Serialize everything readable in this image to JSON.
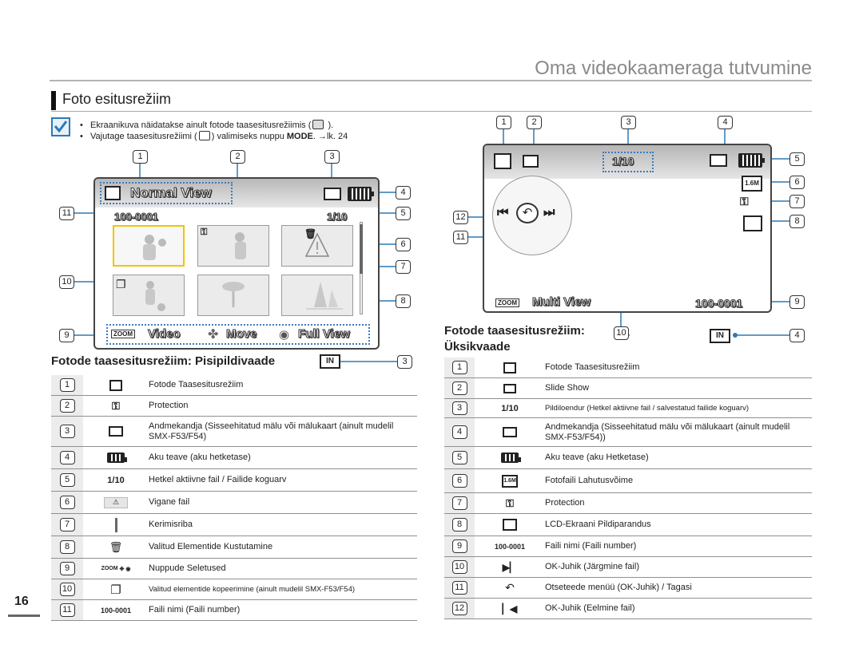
{
  "header": {
    "title": "Oma videokaameraga tutvumine"
  },
  "section": {
    "title": "Foto esitusrežiim"
  },
  "notes": [
    "Ekraanikuva näidatakse ainult fotode taasesitusrežiimis (",
    "Vajutage taasesitusrežiimi (",
    ") valimiseks nuppu ",
    "MODE",
    ". →lk. 24"
  ],
  "left_screen": {
    "mode_label": "Normal View",
    "file_name": "100-0001",
    "counter": "1/10",
    "zoom_label": "ZOOM",
    "video_label": "Video",
    "move_label": "Move",
    "full_view_label": "Full View"
  },
  "right_screen": {
    "counter": "1/10",
    "zoom_label": "ZOOM",
    "multi_view_label": "Multi View",
    "file_name": "100-0001",
    "resolution": "1.6M"
  },
  "left_subtitle": "Fotode taasesitusrežiim: Pisipildivaade",
  "right_subtitle_1": "Fotode taasesitusrežiim:",
  "right_subtitle_2": "Üksikvaade",
  "left_table": [
    {
      "num": "1",
      "icon_text": "",
      "desc": "Fotode Taasesitusrežiim"
    },
    {
      "num": "2",
      "icon_text": "",
      "desc": "Protection"
    },
    {
      "num": "3",
      "icon_text": "",
      "desc": "Andmekandja (Sisseehitatud mälu või mälukaart (ainult mudelil SMX-F53/F54)"
    },
    {
      "num": "4",
      "icon_text": "",
      "desc": "Aku teave (aku hetketase)"
    },
    {
      "num": "5",
      "icon_text": "1/10",
      "desc": "Hetkel aktiivne fail / Failide koguarv"
    },
    {
      "num": "6",
      "icon_text": "",
      "desc": "Vigane fail"
    },
    {
      "num": "7",
      "icon_text": "",
      "desc": "Kerimisriba"
    },
    {
      "num": "8",
      "icon_text": "",
      "desc": "Valitud Elementide Kustutamine"
    },
    {
      "num": "9",
      "icon_text": "ZOOM",
      "desc": "Nuppude Seletused"
    },
    {
      "num": "10",
      "icon_text": "",
      "desc": "Valitud elementide kopeerimine (ainult mudelil SMX-F53/F54)"
    },
    {
      "num": "11",
      "icon_text": "100-0001",
      "desc": "Faili nimi (Faili number)"
    }
  ],
  "right_table": [
    {
      "num": "1",
      "icon_text": "",
      "desc": "Fotode Taasesitusrežiim"
    },
    {
      "num": "2",
      "icon_text": "",
      "desc": "Slide Show"
    },
    {
      "num": "3",
      "icon_text": "1/10",
      "desc": "Pildiloendur (Hetkel aktiivne fail / salvestatud failide koguarv)"
    },
    {
      "num": "4",
      "icon_text": "",
      "desc": "Andmekandja (Sisseehitatud mälu või mälukaart (ainult mudelil SMX-F53/F54))"
    },
    {
      "num": "5",
      "icon_text": "",
      "desc": "Aku teave (aku Hetketase)"
    },
    {
      "num": "6",
      "icon_text": "1.6M",
      "desc": "Fotofaili Lahutusvõime"
    },
    {
      "num": "7",
      "icon_text": "",
      "desc": "Protection"
    },
    {
      "num": "8",
      "icon_text": "",
      "desc": "LCD-Ekraani Pildiparandus"
    },
    {
      "num": "9",
      "icon_text": "100-0001",
      "desc": "Faili nimi (Faili number)"
    },
    {
      "num": "10",
      "icon_text": "▶▏",
      "desc": "OK-Juhik (Järgmine fail)"
    },
    {
      "num": "11",
      "icon_text": "↶",
      "desc": "Otseteede menüü (OK-Juhik) / Tagasi"
    },
    {
      "num": "12",
      "icon_text": "▏◀",
      "desc": "OK-Juhik (Eelmine fail)"
    }
  ],
  "page_number": "16",
  "colors": {
    "callout_blue": "#2d7ab5",
    "selected_thumb": "#f1c400",
    "header_gray": "#8a8a8a"
  }
}
